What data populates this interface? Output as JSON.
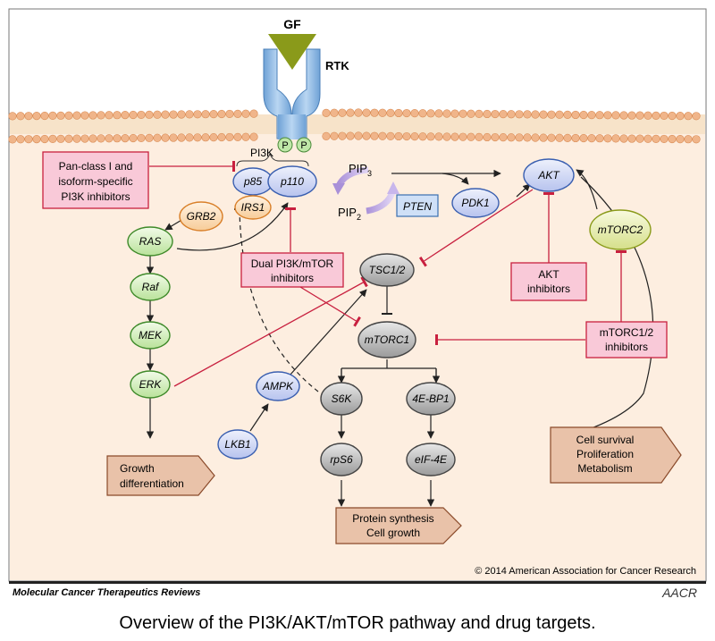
{
  "receptor": {
    "ligand": "GF",
    "receptor": "RTK",
    "phospho": "P"
  },
  "pi3k_label": "PI3K",
  "nodes": {
    "p85": "p85",
    "p110": "p110",
    "irs1": "IRS1",
    "grb2": "GRB2",
    "ras": "RAS",
    "raf": "Raf",
    "mek": "MEK",
    "erk": "ERK",
    "pip3_base": "PIP",
    "pip3_sub": "3",
    "pip2_base": "PIP",
    "pip2_sub": "2",
    "pten": "PTEN",
    "pdk1": "PDK1",
    "akt": "AKT",
    "mtorc2": "mTORC2",
    "tsc": "TSC1/2",
    "mtorc1": "mTORC1",
    "ampk": "AMPK",
    "lkb1": "LKB1",
    "s6k": "S6K",
    "fourebp1": "4E-BP1",
    "rps6": "rpS6",
    "eif4e": "eIF-4E"
  },
  "inhibitors": {
    "pan_class_line1": "Pan-class I and",
    "pan_class_line2": "isoform-specific",
    "pan_class_line3": "PI3K inhibitors",
    "dual_line1": "Dual PI3K/mTOR",
    "dual_line2": "inhibitors",
    "akt_line1": "AKT",
    "akt_line2": "inhibitors",
    "mtorc12_line1": "mTORC1/2",
    "mtorc12_line2": "inhibitors"
  },
  "outcomes": {
    "growth_line1": "Growth",
    "growth_line2": "differentiation",
    "protein_line1": "Protein synthesis",
    "protein_line2": "Cell growth",
    "survival_line1": "Cell survival",
    "survival_line2": "Proliferation",
    "survival_line3": "Metabolism"
  },
  "copyright": "© 2014 American Association for Cancer Research",
  "journal": "Molecular Cancer Therapeutics Reviews",
  "logo": "AACR",
  "caption": "Overview of the PI3K/AKT/mTOR pathway and drug targets.",
  "colors": {
    "cytoplasm": "#fdeee0",
    "membrane_head": "#f0b58a",
    "receptor": "#8fb8e0",
    "ligand": "#8a9a1a",
    "inhibit_red": "#c8203f",
    "inhibitor_box": "#f9c9d8",
    "outcome_box": "#e9c2a9",
    "green_node": "#dbf0c8",
    "blue_node": "#d3dcf6",
    "gray_node": "#bdbdbd",
    "orange_node": "#fce3c4",
    "yellow_node": "#e6ecb3"
  }
}
